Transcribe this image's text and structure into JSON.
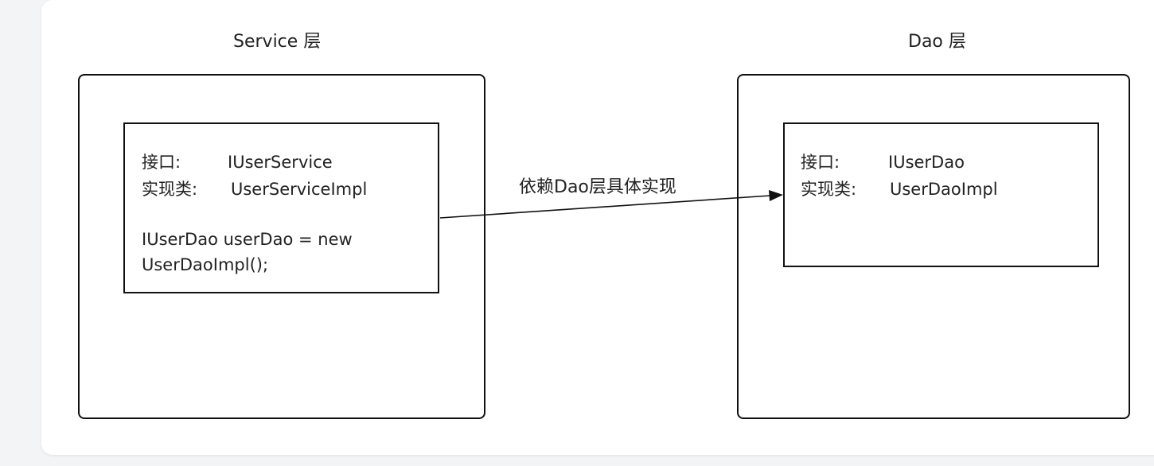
{
  "service_layer": {
    "title": "Service 层",
    "interface_label": "接口:",
    "interface_value": "IUserService",
    "impl_label": "实现类:",
    "impl_value": "UserServiceImpl",
    "code_line1": "IUserDao userDao = new",
    "code_line2": "UserDaoImpl();"
  },
  "dao_layer": {
    "title": "Dao 层",
    "interface_label": "接口:",
    "interface_value": "IUserDao",
    "impl_label": "实现类:",
    "impl_value": "UserDaoImpl"
  },
  "dependency_edge": {
    "label": "依赖Dao层具体实现"
  }
}
